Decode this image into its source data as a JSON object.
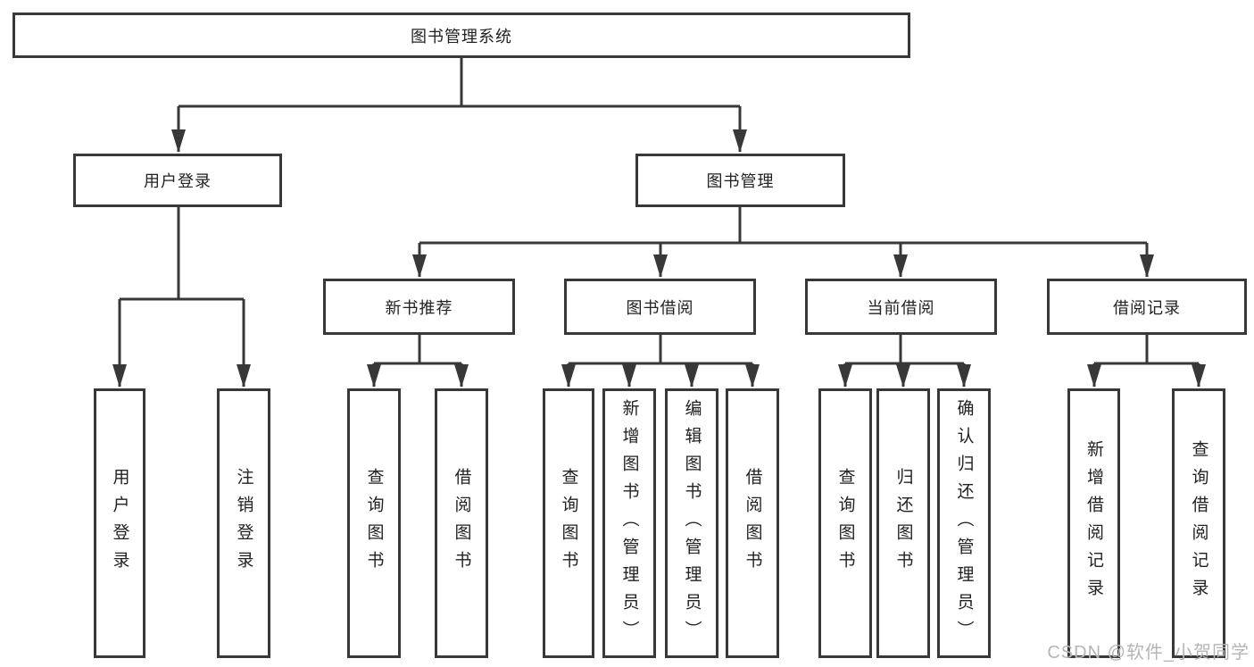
{
  "diagram_title": "图书管理系统",
  "nodes": {
    "root": {
      "label": "图书管理系统"
    },
    "user_login": {
      "label": "用户登录"
    },
    "book_management": {
      "label": "图书管理"
    },
    "new_book_recommendation": {
      "label": "新书推荐"
    },
    "book_borrowing": {
      "label": "图书借阅"
    },
    "current_borrowing": {
      "label": "当前借阅"
    },
    "borrowing_records": {
      "label": "借阅记录"
    },
    "leaf_user_login": {
      "label": "用户登录"
    },
    "leaf_logout": {
      "label": "注销登录"
    },
    "leaf_rec_query_books": {
      "label": "查询图书"
    },
    "leaf_rec_borrow_books": {
      "label": "借阅图书"
    },
    "leaf_bb_query_books": {
      "label": "查询图书"
    },
    "leaf_bb_add_books_admin": {
      "label": "新增图书（管理员）"
    },
    "leaf_bb_edit_books_admin": {
      "label": "编辑图书（管理员）"
    },
    "leaf_bb_borrow_books": {
      "label": "借阅图书"
    },
    "leaf_cur_query_books": {
      "label": "查询图书"
    },
    "leaf_cur_return_books": {
      "label": "归还图书"
    },
    "leaf_cur_confirm_return_admin": {
      "label": "确认归还（管理员）"
    },
    "leaf_rc_add_record": {
      "label": "新增借阅记录"
    },
    "leaf_rc_query_record": {
      "label": "查询借阅记录"
    }
  },
  "hierarchy": {
    "图书管理系统": [
      "用户登录",
      "图书管理"
    ],
    "用户登录": [
      "用户登录",
      "注销登录"
    ],
    "图书管理": [
      "新书推荐",
      "图书借阅",
      "当前借阅",
      "借阅记录"
    ],
    "新书推荐": [
      "查询图书",
      "借阅图书"
    ],
    "图书借阅": [
      "查询图书",
      "新增图书（管理员）",
      "编辑图书（管理员）",
      "借阅图书"
    ],
    "当前借阅": [
      "查询图书",
      "归还图书",
      "确认归还（管理员）"
    ],
    "借阅记录": [
      "新增借阅记录",
      "查询借阅记录"
    ]
  },
  "watermark": {
    "text": "CSDN @软件_小贺同学"
  },
  "colors": {
    "line": "#383838",
    "box_border": "#383838",
    "text": "#222222",
    "background": "#ffffff",
    "watermark": "#b5b5b5"
  }
}
